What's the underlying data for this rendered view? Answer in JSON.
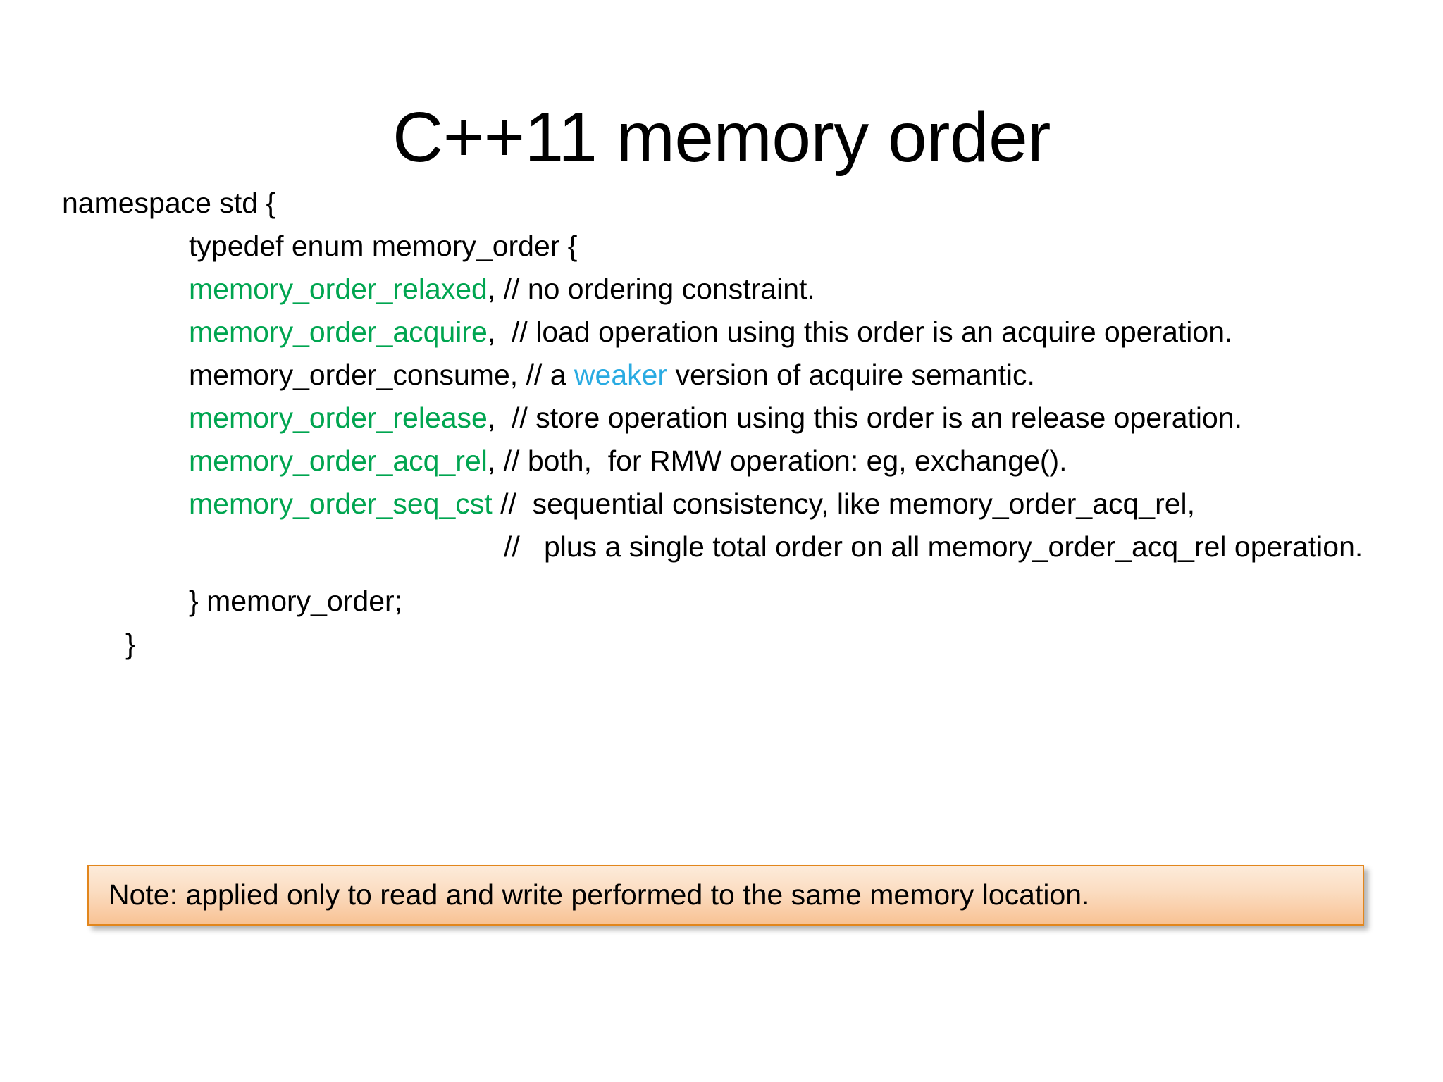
{
  "slide": {
    "title": "C++11 memory order",
    "background_color": "#FFFFFF"
  },
  "colors": {
    "keyword_green": "#00A550",
    "highlight_blue": "#29ABE2",
    "note_border": "#E2861C",
    "note_fill_top": "#FDEBDA",
    "note_fill_bottom": "#F8C294",
    "text": "#000000"
  },
  "code": {
    "line_namespace": "namespace std {",
    "line_typedef": "typedef enum memory_order {",
    "relaxed": {
      "name": "memory_order_relaxed",
      "comment": ", // no ordering constraint."
    },
    "acquire": {
      "name": "memory_order_acquire",
      "comment": ",  // load operation using this order is an acquire operation."
    },
    "consume": {
      "prefix": "memory_order_consume, // a ",
      "highlight": "weaker",
      "suffix": " version of acquire semantic."
    },
    "release": {
      "name": "memory_order_release",
      "comment": ",  // store operation using this order is an release operation."
    },
    "acq_rel": {
      "name": "memory_order_acq_rel",
      "comment": ", // both,  for RMW operation: eg, exchange()."
    },
    "seq_cst": {
      "name": "memory_order_seq_cst",
      "comment": " //  sequential consistency, like memory_order_acq_rel,"
    },
    "seq_cst_cont": "//   plus a single total order on all memory_order_acq_rel operation.",
    "line_close_enum": "} memory_order;",
    "line_close_namespace": "}"
  },
  "note": {
    "text": "Note: applied only to read and write performed to the same memory location."
  }
}
